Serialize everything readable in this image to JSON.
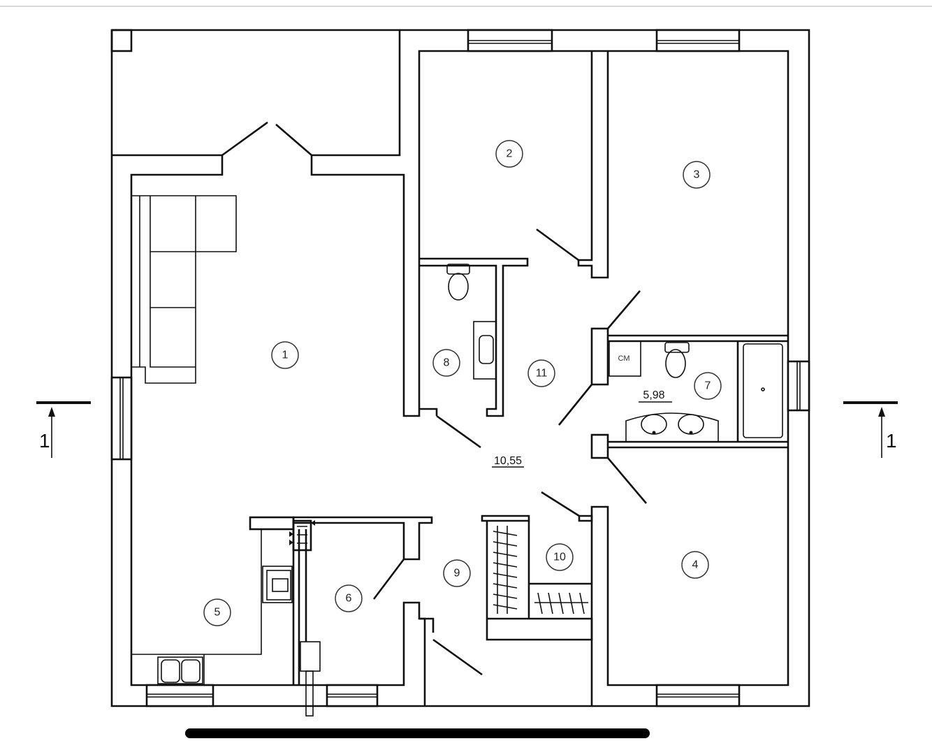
{
  "plan": {
    "rooms": [
      {
        "number": "1"
      },
      {
        "number": "2"
      },
      {
        "number": "3"
      },
      {
        "number": "4"
      },
      {
        "number": "5"
      },
      {
        "number": "6"
      },
      {
        "number": "7"
      },
      {
        "number": "8"
      },
      {
        "number": "9"
      },
      {
        "number": "10"
      },
      {
        "number": "11"
      }
    ],
    "areas": {
      "corridor": "10,55",
      "bathroom": "5,98"
    },
    "washer_label": "СМ",
    "section_marks": {
      "left": "1",
      "right": "1"
    }
  }
}
